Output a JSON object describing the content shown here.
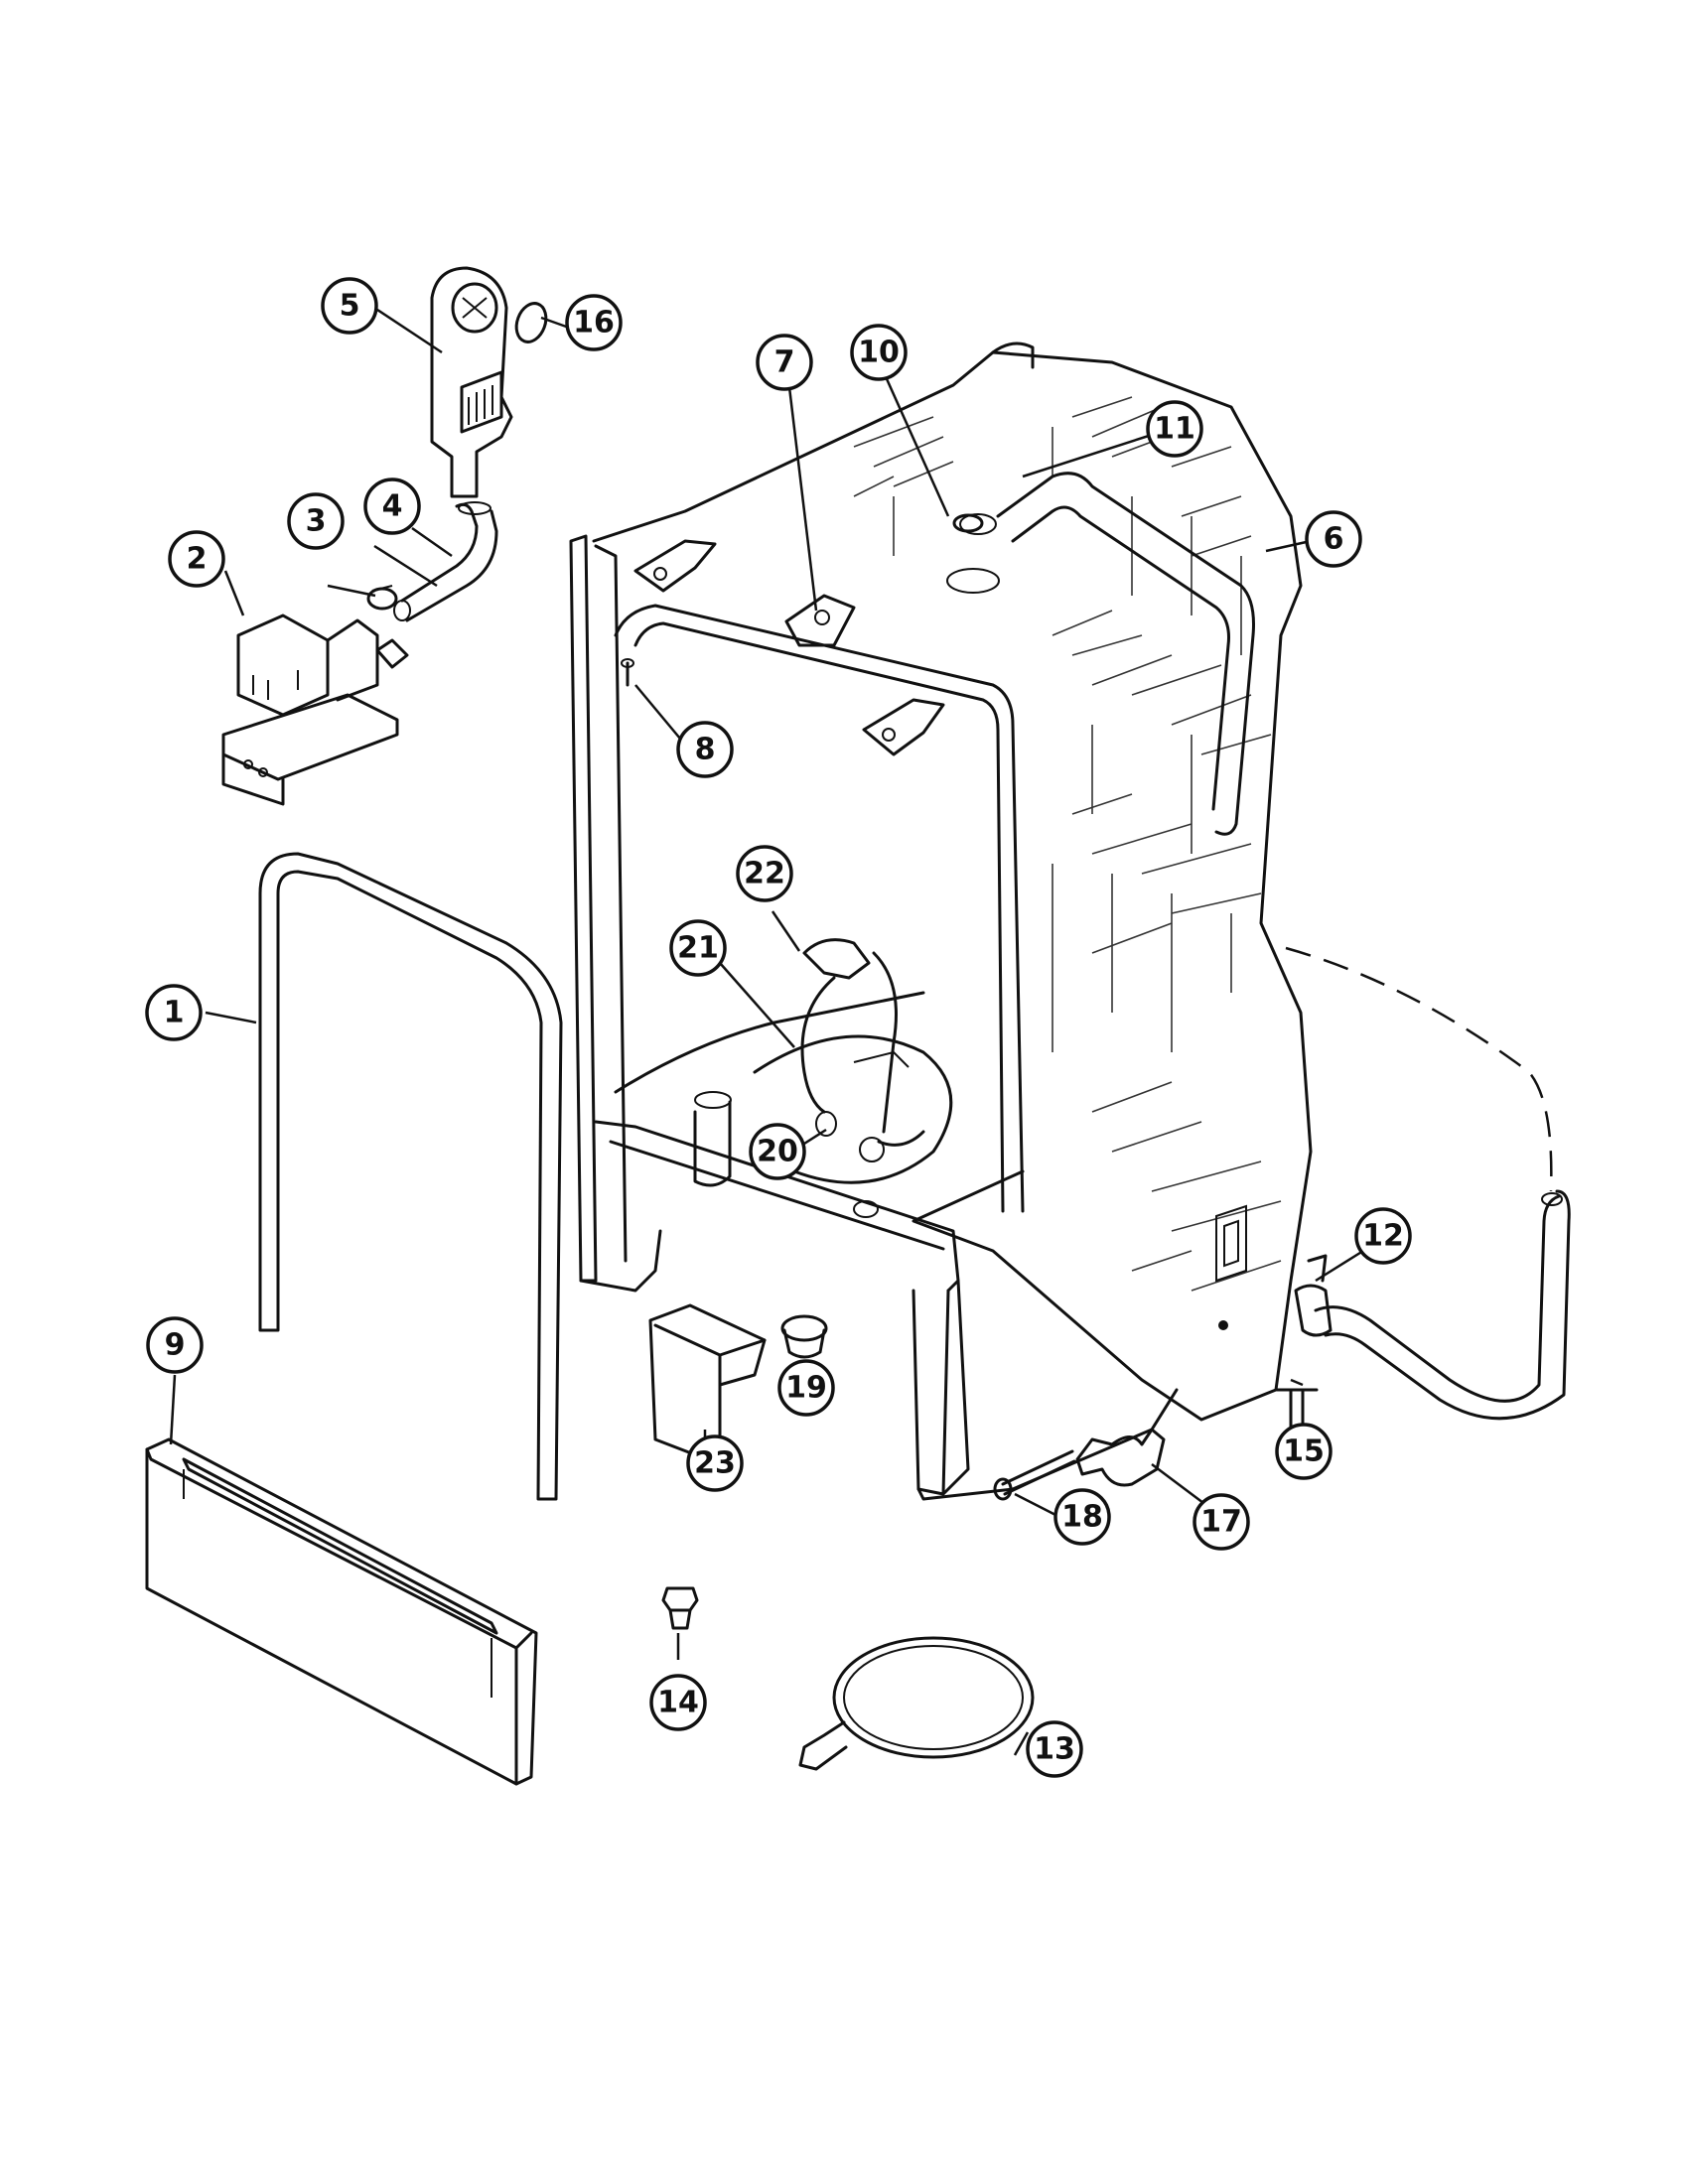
{
  "diagram": {
    "callouts": [
      {
        "id": "1",
        "label": "1"
      },
      {
        "id": "2",
        "label": "2"
      },
      {
        "id": "3",
        "label": "3"
      },
      {
        "id": "4",
        "label": "4"
      },
      {
        "id": "5",
        "label": "5"
      },
      {
        "id": "6",
        "label": "6"
      },
      {
        "id": "7",
        "label": "7"
      },
      {
        "id": "8",
        "label": "8"
      },
      {
        "id": "9",
        "label": "9"
      },
      {
        "id": "10",
        "label": "10"
      },
      {
        "id": "11",
        "label": "11"
      },
      {
        "id": "12",
        "label": "12"
      },
      {
        "id": "13",
        "label": "13"
      },
      {
        "id": "14",
        "label": "14"
      },
      {
        "id": "15",
        "label": "15"
      },
      {
        "id": "16",
        "label": "16"
      },
      {
        "id": "17",
        "label": "17"
      },
      {
        "id": "18",
        "label": "18"
      },
      {
        "id": "19",
        "label": "19"
      },
      {
        "id": "20",
        "label": "20"
      },
      {
        "id": "21",
        "label": "21"
      },
      {
        "id": "22",
        "label": "22"
      },
      {
        "id": "23",
        "label": "23"
      }
    ]
  }
}
